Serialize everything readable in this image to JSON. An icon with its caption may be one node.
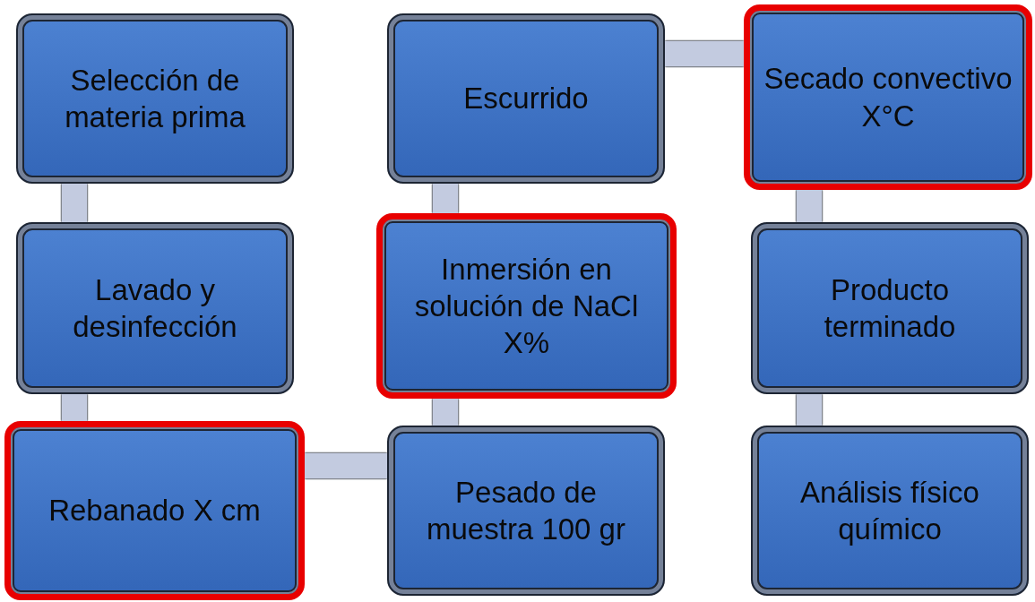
{
  "diagram": {
    "nodes": [
      {
        "text": [
          "Selección de materia prima"
        ]
      },
      {
        "text": [
          "Lavado y desinfección"
        ]
      },
      {
        "text": [
          "Rebanado X cm"
        ]
      },
      {
        "text": [
          "Pesado de muestra 100 gr"
        ]
      },
      {
        "text": [
          "Inmersión en solución de NaCl X%"
        ]
      },
      {
        "text": [
          "Escurrido"
        ]
      },
      {
        "text": [
          "Secado convectivo X°C"
        ]
      },
      {
        "text": [
          "Producto terminado"
        ]
      },
      {
        "text": [
          "Análisis físico químico"
        ]
      }
    ],
    "edges": [
      {
        "from": 0,
        "to": 1,
        "arrow": "none"
      },
      {
        "from": 1,
        "to": 2,
        "arrow": "none"
      },
      {
        "from": 2,
        "to": 3,
        "arrow": "none"
      },
      {
        "from": 3,
        "to": 4,
        "arrow": "none"
      },
      {
        "from": 4,
        "to": 5,
        "arrow": "none"
      },
      {
        "from": 5,
        "to": 6,
        "arrow": "none"
      },
      {
        "from": 6,
        "to": 7,
        "arrow": "none"
      },
      {
        "from": 7,
        "to": 8,
        "arrow": "none"
      }
    ]
  }
}
